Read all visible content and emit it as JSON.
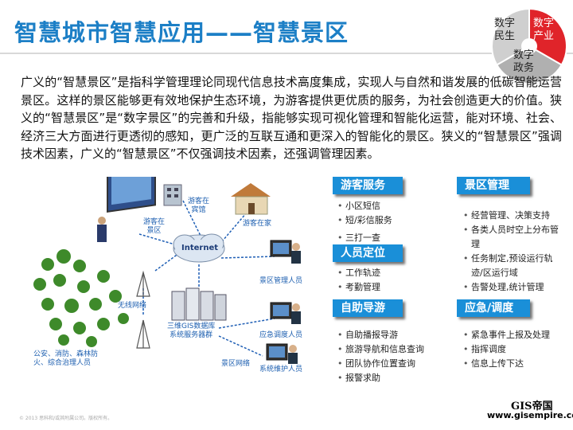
{
  "title": "智慧城市智慧应用——智慧景区",
  "pie": {
    "left_label": "数字\n民生",
    "right_label": "数字\n产业",
    "bottom_label": "数字\n政务",
    "highlight_color": "#e0242a",
    "base_color": "#c8c8c8"
  },
  "intro_text": "广义的“智慧景区”是指科学管理理论同现代信息技术高度集成，实现人与自然和谐发展的低碳智能运营景区。这样的景区能够更有效地保护生态环境，为游客提供更优质的服务，为社会创造更大的价值。狭义的“智慧景区”是“数字景区”的完善和升级，指能够实现可视化管理和智能化运营，能对环境、社会、经济三大方面进行更透彻的感知，更广泛的互联互通和更深入的智能化的景区。狭义的“智慧景区”强调技术因素，广义的“智慧景区”不仅强调技术因素，还强调管理因素。",
  "diagram": {
    "internet": "Internet",
    "hotel": "游客在\n宾馆",
    "scenic": "游客在\n景区",
    "home": "游客在家",
    "wireless": "无线网络",
    "server": "三维GIS数据库\n系统服务器群",
    "public": "公安、消防、森林防\n火、综合治理人员",
    "manager": "景区管理人员",
    "dispatcher": "应急调度人员",
    "maintainer": "系统维护人员",
    "network": "景区网络"
  },
  "panels": {
    "tourist": {
      "title": "游客服务",
      "items": [
        "小区短信",
        "短/彩信服务",
        "三打一查"
      ]
    },
    "locate": {
      "title": "人员定位",
      "items": [
        "工作轨迹",
        "考勤管理"
      ]
    },
    "guide": {
      "title": "自助导游",
      "items": [
        "自助播报导游",
        "旅游导航和信息查询",
        "团队协作位置查询",
        "报警求助"
      ]
    },
    "manage": {
      "title": "景区管理",
      "items": [
        "经营管理、决策支持",
        "各类人员时空上分布管\n理",
        "任务制定,预设运行轨\n迹/区运行域",
        "告警处理,统计管理"
      ]
    },
    "emergency": {
      "title": "应急/调度",
      "items": [
        "紧急事件上报及处理",
        "指挥调度",
        "信息上传下达"
      ]
    }
  },
  "footer": "© 2013 思科和/或其附属公司。版权所有。",
  "logo": {
    "name": "GIS帝国",
    "url": "www.gisempire.com"
  }
}
